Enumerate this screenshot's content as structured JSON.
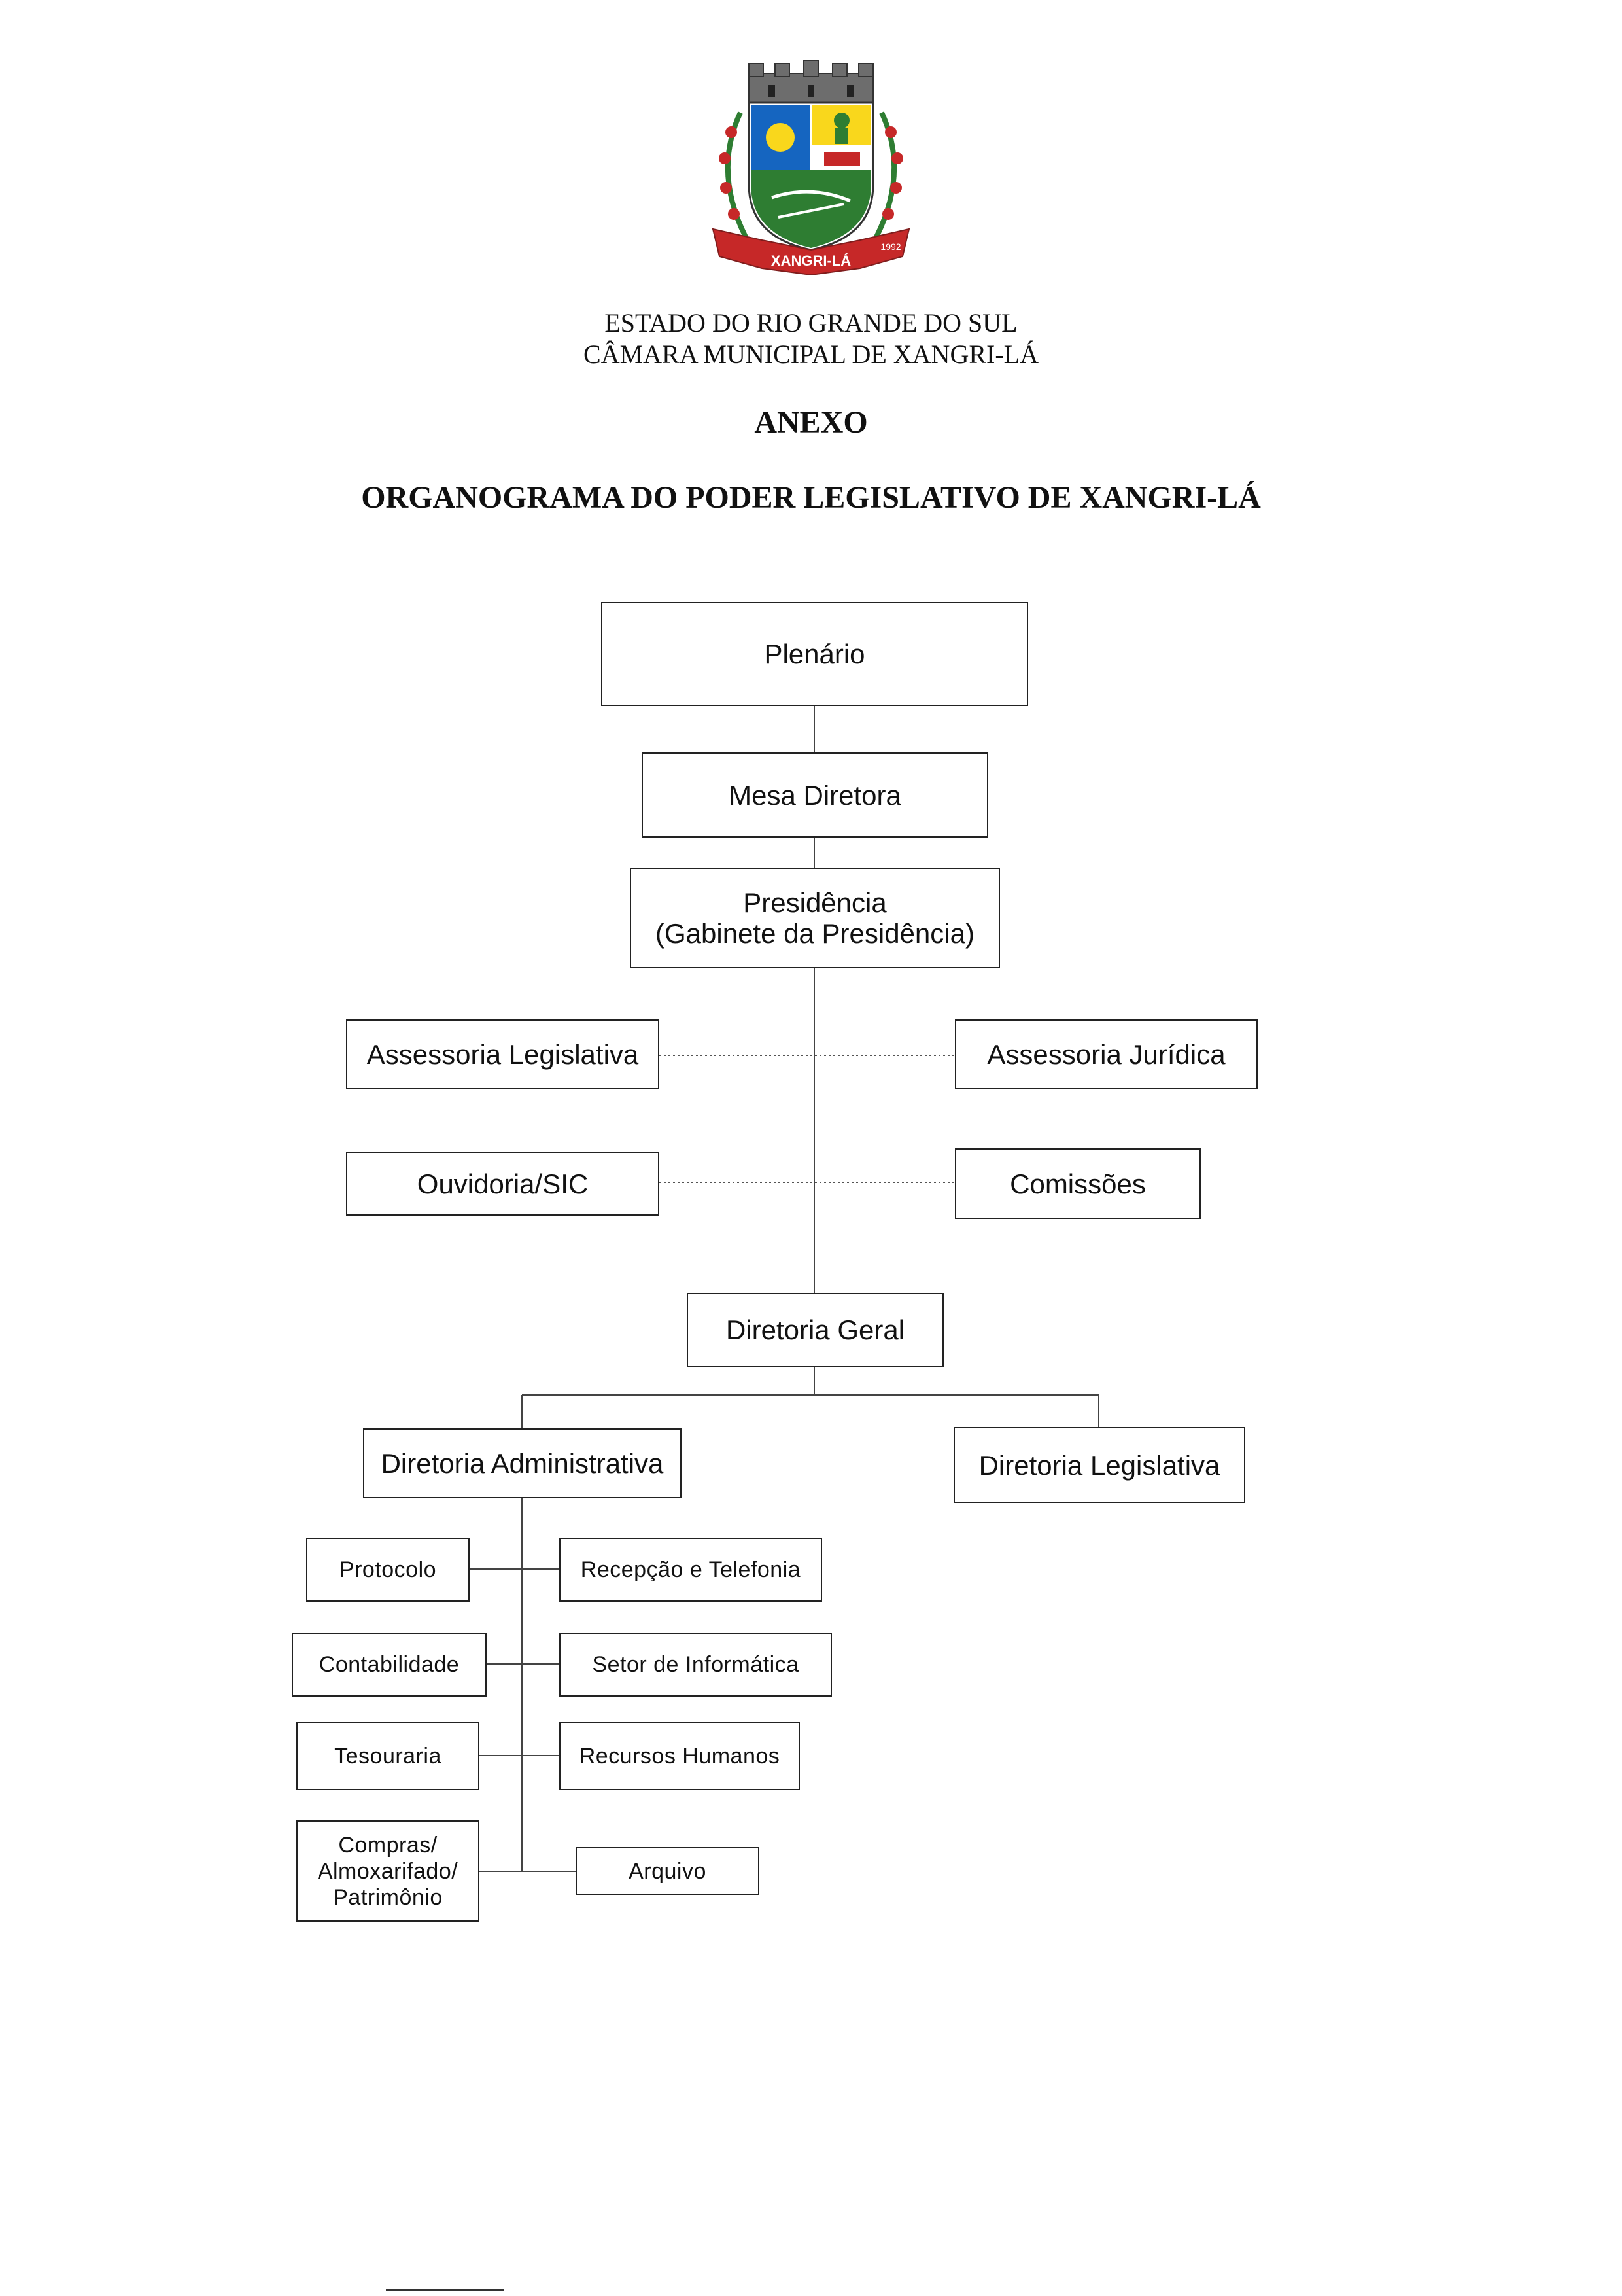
{
  "header": {
    "state": "ESTADO DO RIO GRANDE DO SUL",
    "chamber": "CÂMARA MUNICIPAL DE XANGRI-LÁ",
    "annex": "ANEXO",
    "title": "ORGANOGRAMA DO PODER LEGISLATIVO DE XANGRI-LÁ"
  },
  "crest": {
    "banner_text": "XANGRI-LÁ",
    "year_right": "1992"
  },
  "org": {
    "plenario": "Plenário",
    "mesa": "Mesa Diretora",
    "presidencia": "Presidência\n(Gabinete da Presidência)",
    "assessoria_legislativa": "Assessoria Legislativa",
    "assessoria_juridica": "Assessoria Jurídica",
    "ouvidoria": "Ouvidoria/SIC",
    "comissoes": "Comissões",
    "diretoria_geral": "Diretoria Geral",
    "diretoria_administrativa": "Diretoria Administrativa",
    "diretoria_legislativa": "Diretoria Legislativa",
    "protocolo": "Protocolo",
    "recepcao": "Recepção e Telefonia",
    "contabilidade": "Contabilidade",
    "informatica": "Setor de Informática",
    "tesouraria": "Tesouraria",
    "rh": "Recursos Humanos",
    "compras": "Compras/\nAlmoxarifado/\nPatrimônio",
    "arquivo": "Arquivo"
  },
  "colors": {
    "crest_red": "#c62828",
    "crest_green": "#2e7d32",
    "crest_blue": "#1565c0",
    "crest_yellow": "#f9d71c"
  }
}
